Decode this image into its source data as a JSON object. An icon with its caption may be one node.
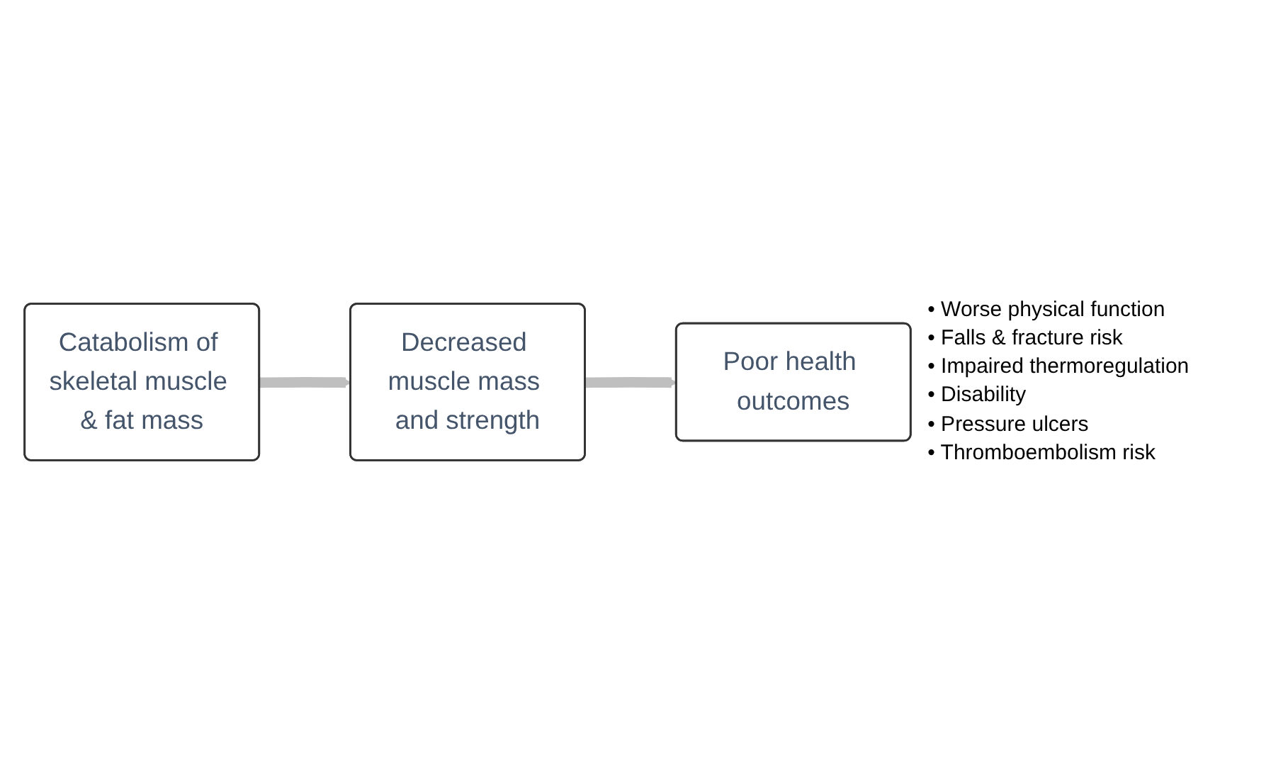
{
  "diagram": {
    "nodes": [
      {
        "text": [
          "Catabolism of skeletal muscle & fat mass"
        ]
      },
      {
        "text": [
          "Decreased muscle mass and strength"
        ]
      },
      {
        "text": [
          "Poor health outcomes"
        ],
        "beside": [
          "• Worse physical function",
          "• Falls & fracture risk",
          "• Impaired thermoregulation",
          "• Disability",
          "• Pressure ulcers",
          "• Thromboembolism risk"
        ]
      }
    ],
    "edges": [
      {
        "from": 0,
        "to": 1,
        "arrow": "to"
      },
      {
        "from": 1,
        "to": 2,
        "arrow": "to"
      }
    ]
  }
}
